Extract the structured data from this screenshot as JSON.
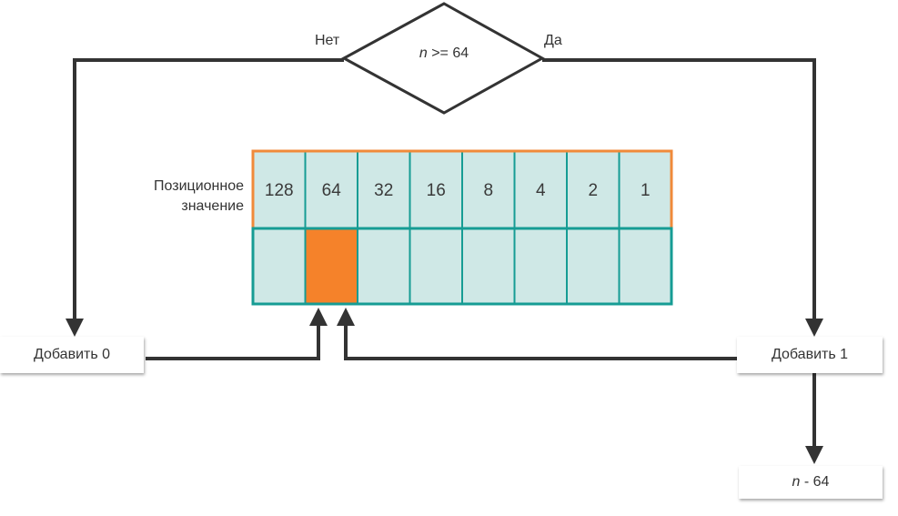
{
  "decision": {
    "var": "n",
    "op": " >= 64",
    "no_label": "Нет",
    "yes_label": "Да"
  },
  "position_label": {
    "line1": "Позиционное",
    "line2": "значение"
  },
  "place_values": [
    "128",
    "64",
    "32",
    "16",
    "8",
    "4",
    "2",
    "1"
  ],
  "highlight_index": 1,
  "boxes": {
    "add0": "Добавить 0",
    "add1": "Добавить 1",
    "subtract": {
      "var": "n",
      "rest": " - 64"
    }
  },
  "colors": {
    "cell_fill": "#cfe8e6",
    "header_border": "#f08a3a",
    "row_border": "#169c94",
    "highlight": "#f5822a",
    "line": "#333333"
  }
}
